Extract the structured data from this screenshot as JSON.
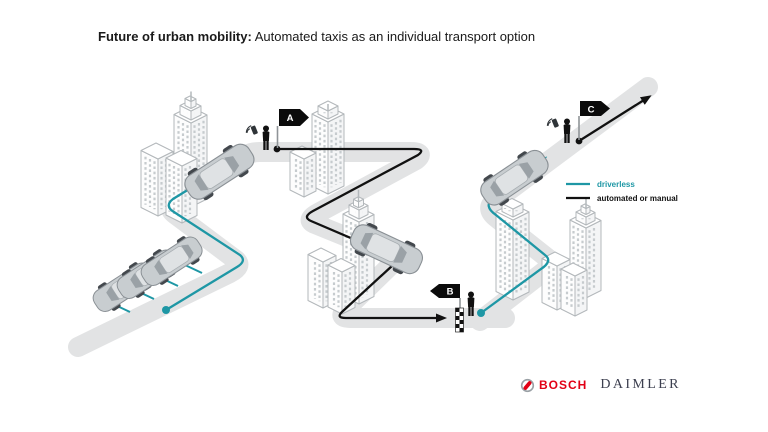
{
  "title": {
    "bold": "Future of urban mobility:",
    "rest": " Automated taxis as an individual transport option"
  },
  "flags": {
    "a": "A",
    "b": "B",
    "c": "C"
  },
  "legend": {
    "items": [
      {
        "label": "driverless",
        "color": "#1e97a5"
      },
      {
        "label": "automated or manual",
        "color": "#111111"
      }
    ]
  },
  "logos": {
    "bosch": "BOSCH",
    "daimler": "DAIMLER"
  },
  "colors": {
    "driverless": "#1e97a5",
    "automated": "#111111",
    "road": "#e2e3e4",
    "bosch_red": "#e20015",
    "daimler_dark": "#3c3f4f"
  }
}
